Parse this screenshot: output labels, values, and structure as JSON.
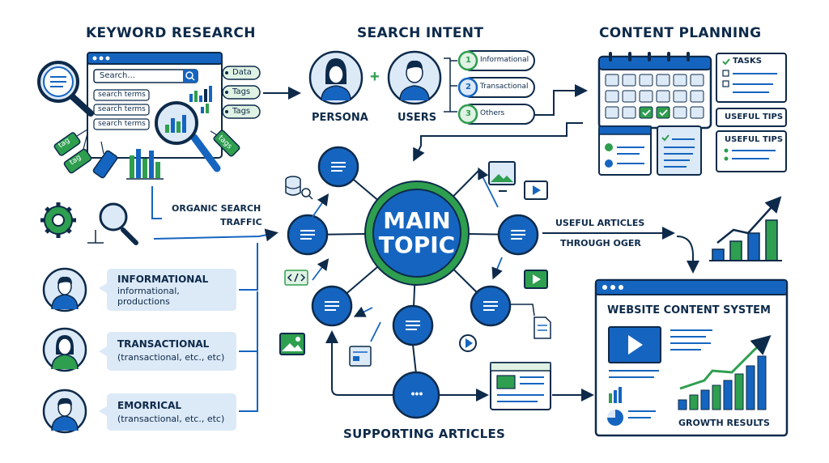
{
  "headings": {
    "keyword_research": "KEYWORD RESEARCH",
    "search_intent": "SEARCH INTENT",
    "content_planning": "CONTENT PLANNING",
    "supporting_articles": "SUPPORTING ARTICLES",
    "website_content_system": "WEBSITE CONTENT SYSTEM",
    "growth_results": "GROWTH  RESULTS"
  },
  "keyword_research": {
    "search_placeholder": "Search...",
    "search_terms": [
      "search terms",
      "search terms",
      "search terms"
    ],
    "tags": [
      "Data",
      "Tags",
      "Tags"
    ],
    "hanging_tags": [
      "tag",
      "tag",
      "tags"
    ]
  },
  "search_intent": {
    "persona_label": "PERSONA",
    "users_label": "USERS",
    "plus": "+",
    "options": [
      {
        "num": "1",
        "label": "Informational"
      },
      {
        "num": "2",
        "label": "Transactional"
      },
      {
        "num": "3",
        "label": "Others"
      }
    ]
  },
  "content_planning": {
    "tasks": "TASKS",
    "useful_tips_1": "USEFUL TIPS",
    "useful_tips_2": "USEFUL TIPS"
  },
  "flow_labels": {
    "organic_line1": "ORGANIC SEARCH",
    "organic_line2": "TRAFFIC",
    "useful_line1": "USEFUL ARTICLES",
    "useful_line2": "THROUGH OGER"
  },
  "hub": {
    "main_line1": "MAIN",
    "main_line2": "TOPIC",
    "more": "•••"
  },
  "audience": [
    {
      "title": "INFORMATIONAL",
      "text": "informational, productions"
    },
    {
      "title": "TRANSACTIONAL",
      "text": "(transactional, etc., etc)"
    },
    {
      "title": "EMORRICAL",
      "text": "(transactional, etc., etc)"
    }
  ],
  "colors": {
    "navy": "#0d2a4a",
    "blue": "#1565c0",
    "light_blue": "#dce9f7",
    "green": "#2e9e4f",
    "light_green": "#dff2e3"
  },
  "icons": [
    "search-icon",
    "magnifier-icon",
    "gear-icon",
    "document-icon",
    "calendar-icon",
    "checklist-icon",
    "video-icon",
    "image-icon",
    "code-icon",
    "database-icon",
    "bar-chart-icon",
    "person-icon"
  ]
}
